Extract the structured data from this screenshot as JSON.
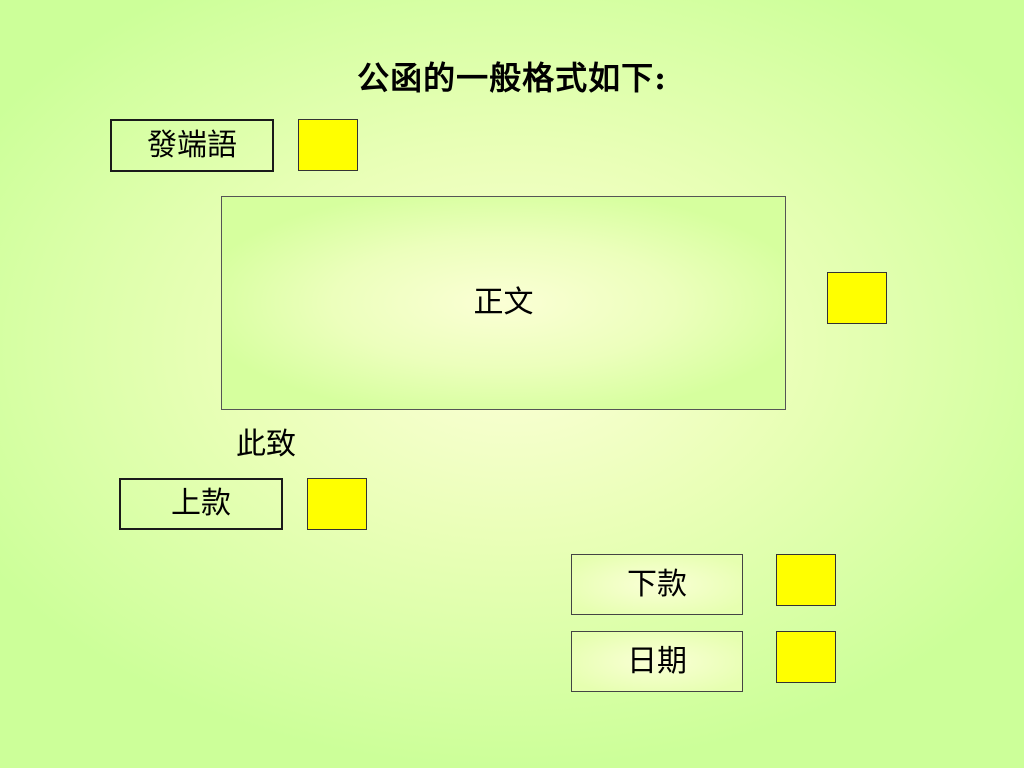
{
  "title": "公函的一般格式如下:",
  "sections": {
    "opening": "發端語",
    "body": "正文",
    "closing": "此致",
    "addressee": "上款",
    "sender": "下款",
    "date": "日期"
  },
  "colors": {
    "marker_fill": "#ffff00",
    "background": "#ccff99"
  }
}
